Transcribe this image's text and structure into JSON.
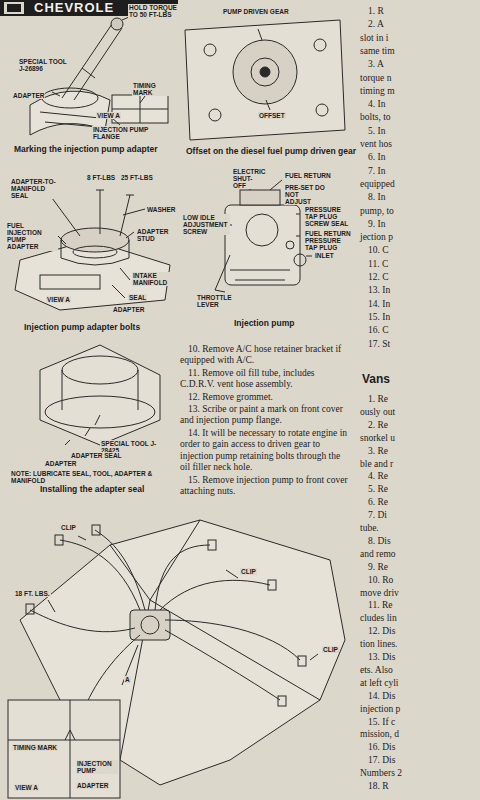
{
  "diagram": {
    "title": "CHEVROLE",
    "labels": [
      "HOLD TORQUE TO 50 FT-LBS",
      "SPECIAL TOOL J-26896",
      "ADAPTER",
      "TIMING MARK",
      "VIEW A",
      "INJECTION PUMP FLANGE",
      "Marking the injection pump adapter",
      "PUMP DRIVEN GEAR",
      "OFFSET",
      "Offset on the diesel fuel pump driven gear",
      "ADAPTER-TO-MANIFOLD SEAL",
      "8 FT-LBS",
      "25 FT-LBS",
      "WASHER",
      "FUEL INJECTION PUMP ADAPTER",
      "ADAPTER STUD",
      "INTAKE MANIFOLD",
      "SEAL",
      "VIEW A",
      "ADAPTER",
      "Injection pump adapter bolts",
      "ELECTRIC SHUT-OFF",
      "FUEL RETURN",
      "PRE-SET DO NOT ADJUST",
      "LOW IDLE ADJUSTMENT SCREW",
      "PRESSURE TAP PLUG SCREW SEAL",
      "FUEL RETURN PRESSURE TAP PLUG",
      "INLET",
      "THROTTLE LEVER",
      "Injection pump",
      "SPECIAL TOOL J-28425",
      "ADAPTER SEAL",
      "ADAPTER",
      "NOTE: LUBRICATE SEAL, TOOL, ADAPTER & MANIFOLD",
      "Installing the adapter seal",
      "10. Remove A/C hose retainer bracket if equipped with A/C.",
      "11. Remove oil fill tube, includes C.D.R.V. vent hose assembly.",
      "12. Remove grommet.",
      "13. Scribe or paint a mark on front cover and injection pump flange.",
      "14. It will be necessary to rotate engine in order to gain access to driven gear to injection pump retaining bolts through the oil filler neck hole.",
      "15. Remove injection pump to front cover attaching nuts.",
      "CLIP",
      "CLIP",
      "18 FT. LBS.",
      "CLIP",
      "A",
      "TIMING MARK",
      "INJECTION PUMP",
      "ADAPTER",
      "VIEW A",
      "1. R",
      "2. A",
      "slot in i",
      "same tim",
      "3. A",
      "torque n",
      "timing m",
      "4. In",
      "bolts, to",
      "5. In",
      "vent hos",
      "6. In",
      "7. In",
      "equipped",
      "8. In",
      "pump, to",
      "9. In",
      "jection p",
      "10. C",
      "11. C",
      "12. C",
      "13. In",
      "14. In",
      "15. In",
      "16. C",
      "17. St",
      "Vans",
      "1. Re",
      "ously out",
      "2. Re",
      "snorkel u",
      "3. Re",
      "ble and r",
      "4. Re",
      "5. Re",
      "6. Re",
      "7. Di",
      "tube.",
      "8. Dis",
      "and remo",
      "9. Re",
      "10. Ro",
      "move driv",
      "11. Re",
      "cludes lin",
      "12. Dis",
      "tion lines.",
      "13. Dis",
      "ets. Also",
      "at left cyli",
      "14. Dis",
      "injection p",
      "15. If c",
      "mission, d",
      "16. Dis",
      "17. Dis",
      "Numbers 2",
      "18. R"
    ]
  }
}
